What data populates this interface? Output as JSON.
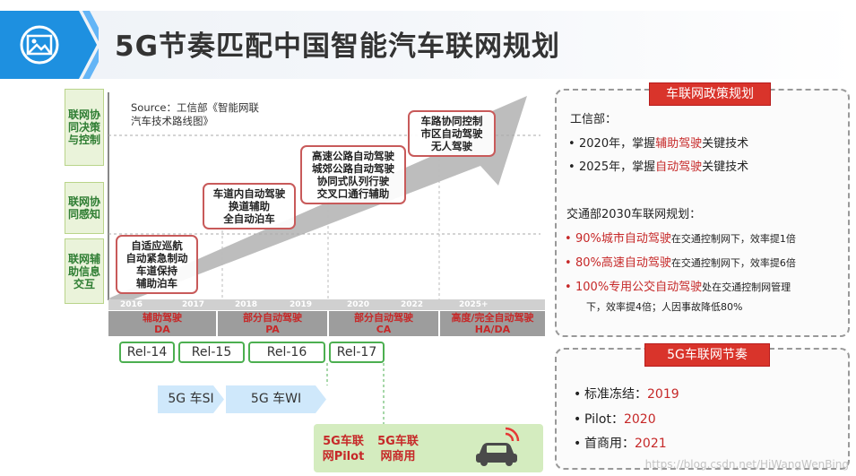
{
  "header": {
    "title": "5G节奏匹配中国智能汽车联网规划",
    "icon": "image-icon"
  },
  "left_labels": [
    "联网协同决策与控制",
    "联网协同感知",
    "联网辅助信息交互"
  ],
  "source_text": "Source：工信部《智能网联汽车技术路线图》",
  "roadmap_boxes": [
    {
      "lines": [
        "自适应巡航",
        "自动紧急制动",
        "车道保持",
        "辅助泊车"
      ]
    },
    {
      "lines": [
        "车道内自动驾驶",
        "换道辅助",
        "全自动泊车"
      ]
    },
    {
      "lines": [
        "高速公路自动驾驶",
        "城郊公路自动驾驶",
        "协同式队列行驶",
        "交叉口通行辅助"
      ]
    },
    {
      "lines": [
        "车路协同控制",
        "市区自动驾驶",
        "无人驾驶"
      ]
    }
  ],
  "years": [
    "2016",
    "2017",
    "2018",
    "2019",
    "2020",
    "2022",
    "2025+"
  ],
  "phases": [
    {
      "cn": "辅助驾驶",
      "en": "DA"
    },
    {
      "cn": "部分自动驾驶",
      "en": "PA"
    },
    {
      "cn": "部分自动驾驶",
      "en": "CA"
    },
    {
      "cn": "高度/完全自动驾驶",
      "en": "HA/DA"
    }
  ],
  "releases": [
    "Rel-14",
    "Rel-15",
    "Rel-16",
    "Rel-17"
  ],
  "arrows": [
    "5G 车SI",
    "5G 车WI"
  ],
  "milestones": [
    {
      "line1": "5G车联",
      "line2": "网Pilot"
    },
    {
      "line1": "5G车联",
      "line2": "网商用"
    }
  ],
  "policy": {
    "title": "车联网政策规划",
    "miit_heading": "工信部：",
    "miit_items": [
      {
        "pre": "2020年，掌握",
        "hl": "辅助驾驶",
        "post": "关键技术"
      },
      {
        "pre": "2025年，掌握",
        "hl": "自动驾驶",
        "post": "关键技术"
      }
    ],
    "mot_heading": "交通部2030车联网规划：",
    "mot_items": [
      {
        "hl": "90%城市自动驾驶",
        "post": "在交通控制网下，效率提1倍"
      },
      {
        "hl": "80%高速自动驾驶",
        "post": "在交通控制网下，效率提6倍"
      },
      {
        "hl": "100%专用公交自动驾驶",
        "post": "处在交通控制网管理"
      }
    ],
    "mot_tail": "下，效率提4倍；人因事故降低80%"
  },
  "rhythm": {
    "title": "5G车联网节奏",
    "items": [
      {
        "label": "标准冻结：",
        "value": "2019"
      },
      {
        "label": "Pilot：",
        "value": "2020"
      },
      {
        "label": "首商用：",
        "value": "2021"
      }
    ]
  },
  "watermark": "https://blog.csdn.net/HiWangWenBing",
  "colors": {
    "accent_red": "#d9342b",
    "release_green": "#4caf50",
    "header_blue": "#1e88e5"
  }
}
